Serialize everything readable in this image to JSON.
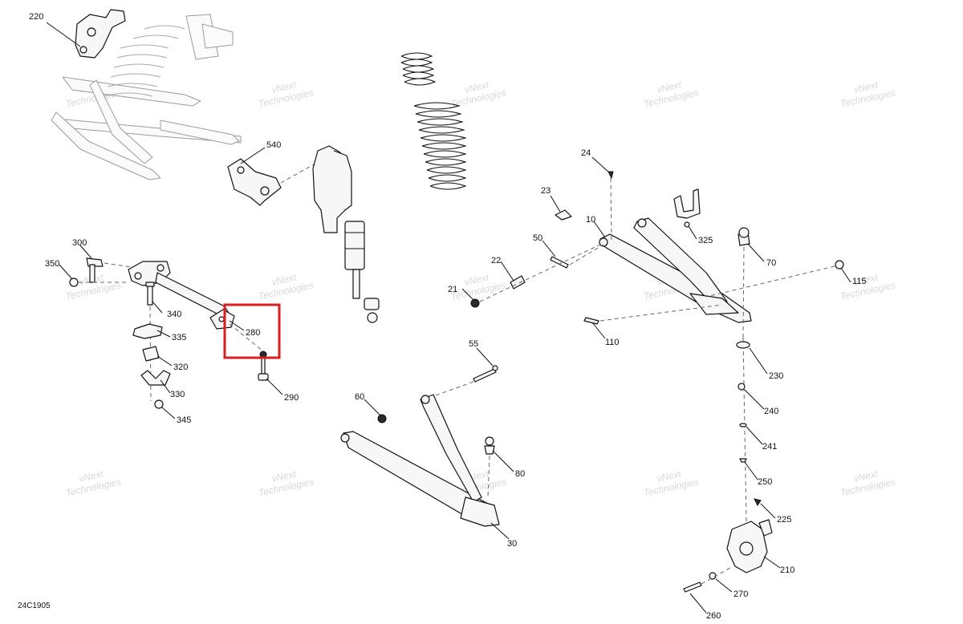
{
  "diagram": {
    "document_code": "24C1905",
    "watermark_line1": "vNext",
    "watermark_line2": "Technologies",
    "watermark_small": "vNext Technologies",
    "callouts": [
      {
        "id": "220",
        "text": "220"
      },
      {
        "id": "540",
        "text": "540"
      },
      {
        "id": "24",
        "text": "24"
      },
      {
        "id": "23",
        "text": "23"
      },
      {
        "id": "10",
        "text": "10"
      },
      {
        "id": "325",
        "text": "325"
      },
      {
        "id": "70",
        "text": "70"
      },
      {
        "id": "50",
        "text": "50"
      },
      {
        "id": "22",
        "text": "22"
      },
      {
        "id": "21",
        "text": "21"
      },
      {
        "id": "115",
        "text": "115"
      },
      {
        "id": "110",
        "text": "110"
      },
      {
        "id": "300",
        "text": "300"
      },
      {
        "id": "350",
        "text": "350"
      },
      {
        "id": "340",
        "text": "340"
      },
      {
        "id": "280",
        "text": "280"
      },
      {
        "id": "335",
        "text": "335"
      },
      {
        "id": "320",
        "text": "320"
      },
      {
        "id": "330",
        "text": "330"
      },
      {
        "id": "345",
        "text": "345"
      },
      {
        "id": "290",
        "text": "290"
      },
      {
        "id": "55",
        "text": "55"
      },
      {
        "id": "60",
        "text": "60"
      },
      {
        "id": "80",
        "text": "80"
      },
      {
        "id": "30",
        "text": "30"
      },
      {
        "id": "230",
        "text": "230"
      },
      {
        "id": "240",
        "text": "240"
      },
      {
        "id": "241",
        "text": "241"
      },
      {
        "id": "250",
        "text": "250"
      },
      {
        "id": "225",
        "text": "225"
      },
      {
        "id": "210",
        "text": "210"
      },
      {
        "id": "270",
        "text": "270"
      },
      {
        "id": "260",
        "text": "260"
      }
    ],
    "highlight_color": "#d81e1e"
  }
}
